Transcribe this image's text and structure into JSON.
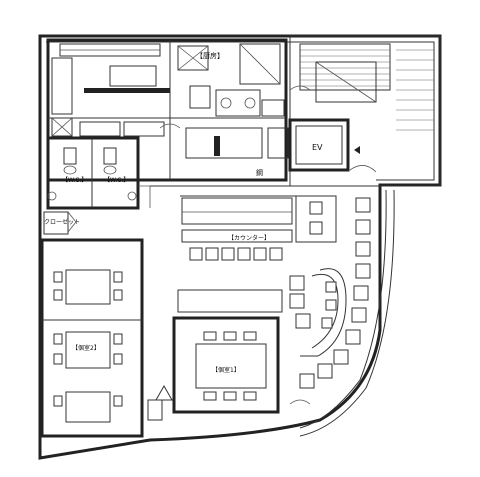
{
  "plan": {
    "labels": {
      "kitchen": "【厨房】",
      "ev": "EV",
      "wc1": "【W.C.】",
      "wc2": "【W.C.】",
      "closet": "クローゼット",
      "counter": "【カウンター】",
      "private_room_2": "【個室2】",
      "private_room_1": "【個室1】",
      "corridor_mark": "鋼"
    },
    "colors": {
      "line": "#222222",
      "background": "#ffffff"
    }
  }
}
